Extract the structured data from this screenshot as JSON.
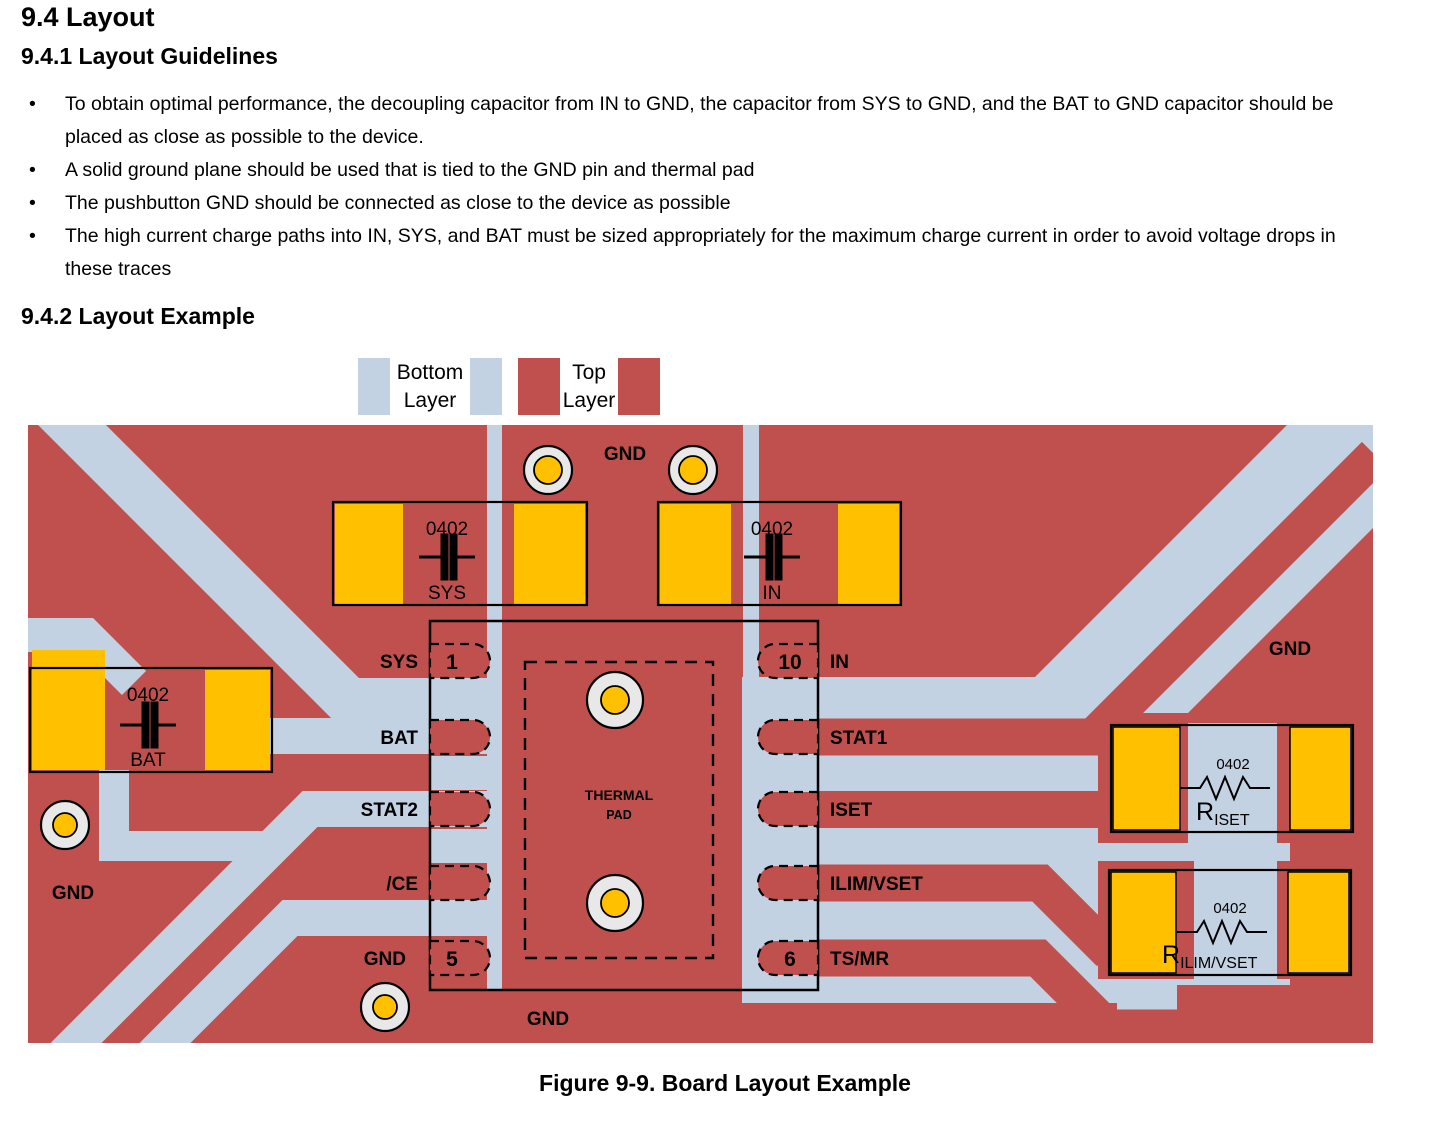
{
  "content": {
    "section_title": "9.4 Layout",
    "subsection1_title": "9.4.1 Layout Guidelines",
    "bullets": [
      "To obtain optimal performance, the decoupling capacitor from IN to GND, the capacitor from SYS to GND, and the BAT to GND capacitor should be placed as close as possible to the device.",
      "A solid ground plane should be used that is tied to the GND pin and thermal pad",
      "The pushbutton GND should be connected as close to the device as possible",
      "The high current charge paths into IN, SYS, and BAT must be sized appropriately for the maximum charge current in order to avoid voltage drops in these traces"
    ],
    "subsection2_title": "9.4.2 Layout Example",
    "figure_caption": "Figure 9-9. Board Layout Example"
  },
  "legend": {
    "bottom_line1": "Bottom",
    "bottom_line2": "Layer",
    "top_line1": "Top",
    "top_line2": "Layer"
  },
  "colors": {
    "top_layer": "#c0504d",
    "bottom_layer": "#c3d2e3",
    "pad_yellow": "#ffc000",
    "via_ring": "#e8e8e8"
  },
  "board": {
    "gnd_top": "GND",
    "gnd_right": "GND",
    "gnd_left": "GND",
    "gnd_bottom": "GND",
    "ic": {
      "left_pins": [
        {
          "name": "SYS",
          "number": "1"
        },
        {
          "name": "BAT",
          "number": ""
        },
        {
          "name": "STAT2",
          "number": ""
        },
        {
          "name": "/CE",
          "number": ""
        },
        {
          "name": "GND",
          "number": "5"
        }
      ],
      "right_pins": [
        {
          "name": "IN",
          "number": "10"
        },
        {
          "name": "STAT1",
          "number": ""
        },
        {
          "name": "ISET",
          "number": ""
        },
        {
          "name": "ILIM/VSET",
          "number": ""
        },
        {
          "name": "TS/MR",
          "number": "6"
        }
      ],
      "thermal_line1": "THERMAL",
      "thermal_line2": "PAD"
    },
    "capacitors": [
      {
        "size": "0402",
        "net": "SYS"
      },
      {
        "size": "0402",
        "net": "IN"
      },
      {
        "size": "0402",
        "net": "BAT"
      }
    ],
    "resistors": [
      {
        "size": "0402",
        "ref": "R",
        "sub": "ISET"
      },
      {
        "size": "0402",
        "ref": "R",
        "sub": "ILIM/VSET"
      }
    ]
  }
}
